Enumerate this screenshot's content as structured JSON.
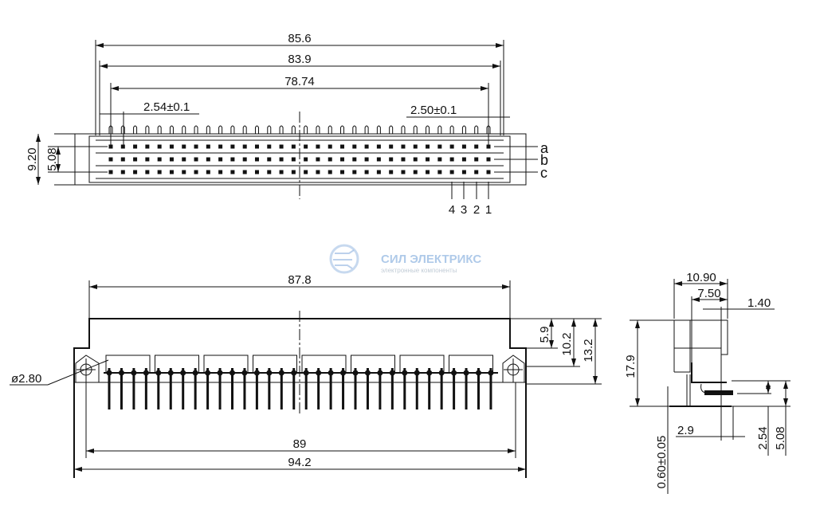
{
  "top_view": {
    "dims": {
      "overall_85_6": "85.6",
      "overall_83_9": "83.9",
      "pitch_span": "78.74",
      "pitch_left": "2.54±0.1",
      "pitch_right": "2.50±0.1",
      "height_9_20": "9.20",
      "row_5_08": "5.08"
    },
    "row_labels": [
      "a",
      "b",
      "c"
    ],
    "pin_numbers": [
      "4",
      "3",
      "2",
      "1"
    ],
    "pins_per_row": 32
  },
  "front_view": {
    "dims": {
      "body_width": "87.8",
      "hole_dia": "ø2.80",
      "pin_span": "89",
      "total_width": "94.2",
      "h1": "5.9",
      "h2": "10.2",
      "h3": "13.2"
    }
  },
  "side_view": {
    "dims": {
      "d_10_90": "10.90",
      "d_7_50": "7.50",
      "d_1_40": "1.40",
      "d_17_9": "17.9",
      "d_2_9": "2.9",
      "d_2_54": "2.54",
      "d_5_08": "5.08",
      "d_pcb": "0.60±0.05"
    }
  },
  "watermark": {
    "brand": "СИЛ ЭЛЕКТРИКС",
    "tagline": "электронные компоненты"
  }
}
